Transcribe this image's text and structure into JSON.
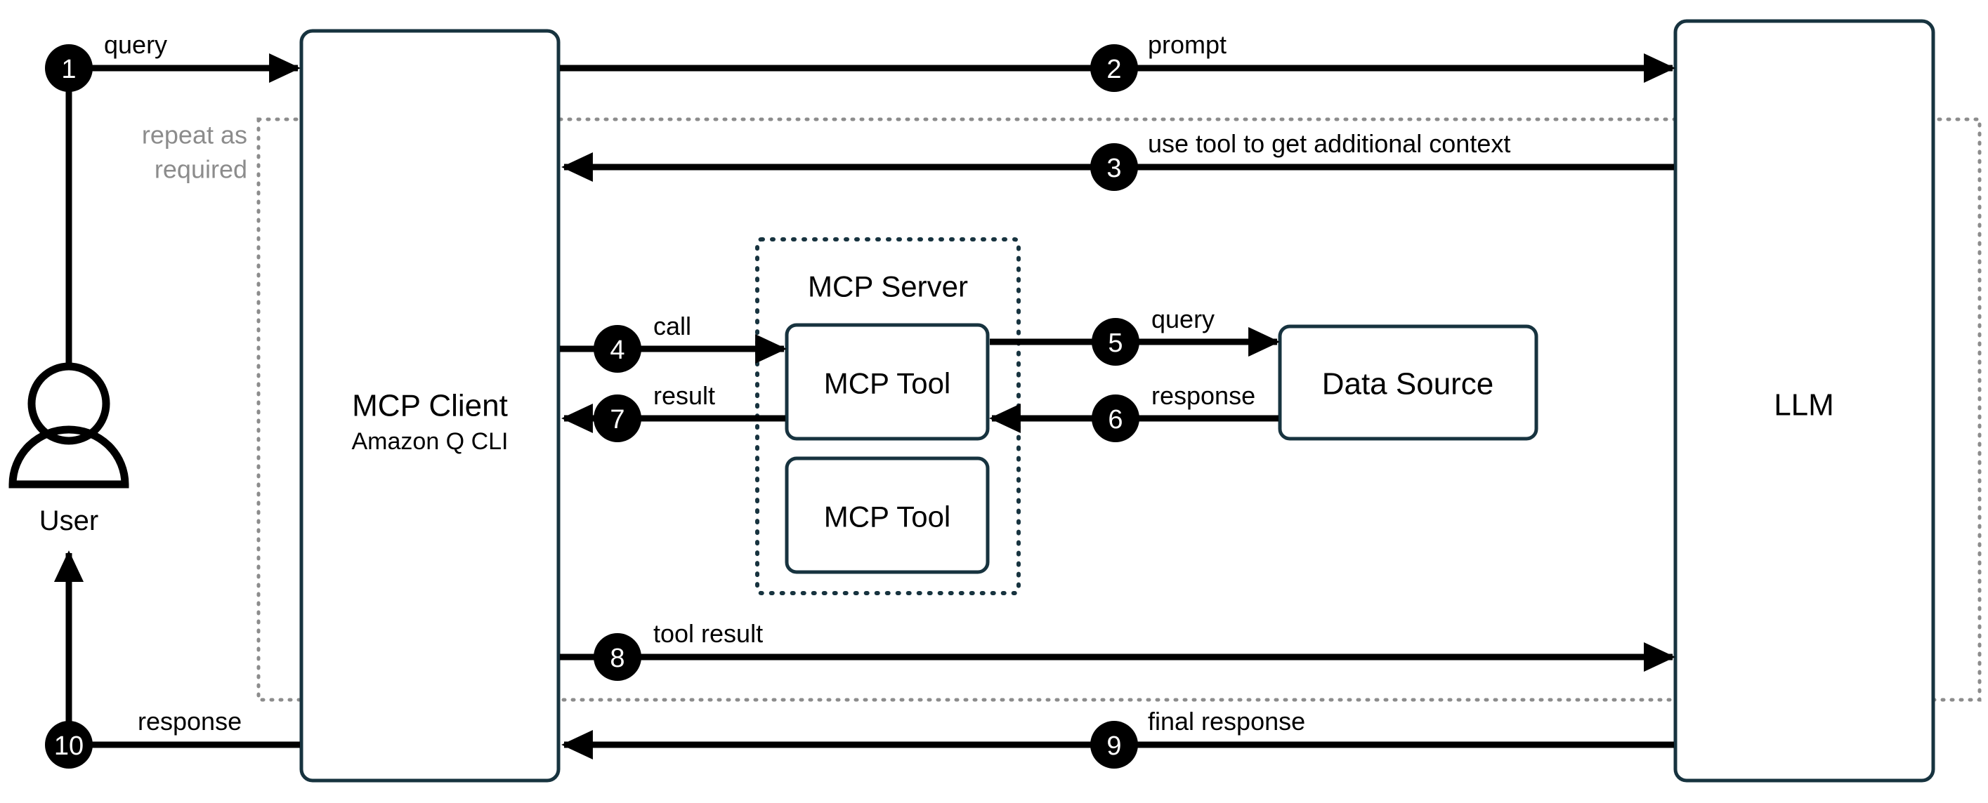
{
  "diagram": {
    "title": "MCP Client / Server interaction flow",
    "colors": {
      "box_stroke": "#17333f",
      "line": "#000000",
      "badge_fill": "#000000",
      "badge_text": "#ffffff",
      "group_gray": "#8c8c8c",
      "background": "#ffffff"
    },
    "nodes": {
      "user": {
        "label": "User",
        "icon": "user-person-icon"
      },
      "mcp_client": {
        "label": "MCP Client",
        "sublabel": "Amazon Q CLI"
      },
      "mcp_server": {
        "label": "MCP Server"
      },
      "mcp_tool_1": {
        "label": "MCP Tool"
      },
      "mcp_tool_2": {
        "label": "MCP Tool"
      },
      "data_source": {
        "label": "Data Source"
      },
      "llm": {
        "label": "LLM"
      }
    },
    "groups": {
      "repeat": {
        "label_line1": "repeat as",
        "label_line2": "required"
      }
    },
    "steps": [
      {
        "n": "1",
        "label": "query",
        "from": "user",
        "to": "mcp_client"
      },
      {
        "n": "2",
        "label": "prompt",
        "from": "mcp_client",
        "to": "llm"
      },
      {
        "n": "3",
        "label": "use tool to get additional context",
        "from": "llm",
        "to": "mcp_client"
      },
      {
        "n": "4",
        "label": "call",
        "from": "mcp_client",
        "to": "mcp_tool_1"
      },
      {
        "n": "5",
        "label": "query",
        "from": "mcp_tool_1",
        "to": "data_source"
      },
      {
        "n": "6",
        "label": "response",
        "from": "data_source",
        "to": "mcp_tool_1"
      },
      {
        "n": "7",
        "label": "result",
        "from": "mcp_tool_1",
        "to": "mcp_client"
      },
      {
        "n": "8",
        "label": "tool result",
        "from": "mcp_client",
        "to": "llm"
      },
      {
        "n": "9",
        "label": "final response",
        "from": "llm",
        "to": "mcp_client"
      },
      {
        "n": "10",
        "label": "response",
        "from": "mcp_client",
        "to": "user"
      }
    ]
  }
}
